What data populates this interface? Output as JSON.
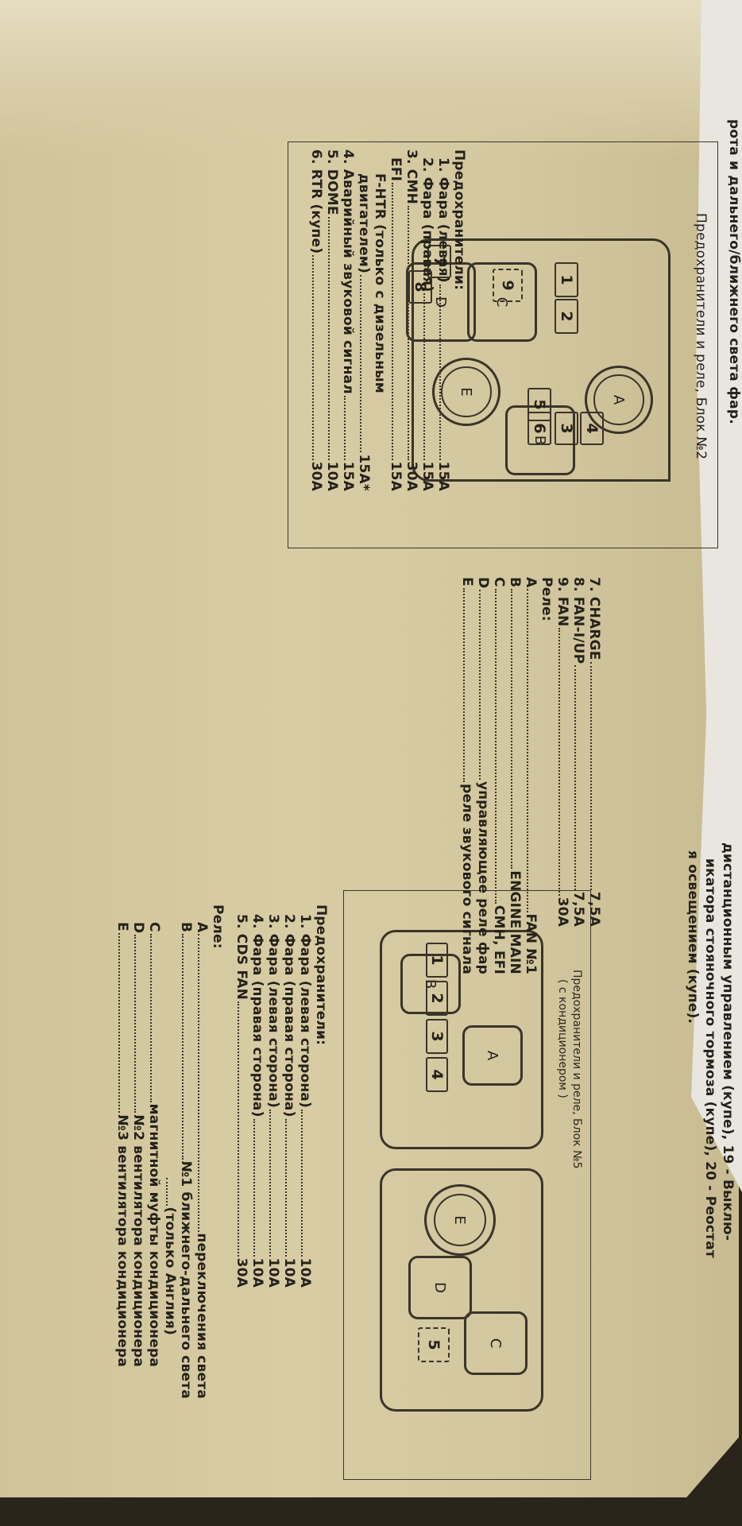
{
  "header_lines": {
    "line1": "дистанционным управлением (купе), 19 - Выклю-",
    "line2": "икатора стояночного тормоза (купе), 20 - Реостат",
    "line3": "я освещением (купе).",
    "line4": "рота и дальнего/ближнего света фар."
  },
  "block2": {
    "caption": "Предохранители и реле, Блок №2",
    "labels": {
      "A": "A",
      "B": "B",
      "C": "C",
      "D": "D",
      "E": "E"
    },
    "fuse_labels": [
      "1",
      "2",
      "3",
      "4",
      "5",
      "6",
      "7",
      "8",
      "9"
    ],
    "fuses_heading": "Предохранители:",
    "fuses": [
      {
        "text": "1. Фара (левая)",
        "value": "15A"
      },
      {
        "text": "2. Фара (правая)",
        "value": "15A"
      },
      {
        "text": "3. CMH",
        "value": "30A"
      },
      {
        "text": "EFI",
        "value": "15A"
      },
      {
        "text": "F-HTR (только с дизельным",
        "value": ""
      },
      {
        "text": "двигателем)",
        "value": "15A*"
      },
      {
        "text": "4. Аварийный звуковой сигнал",
        "value": "15A"
      },
      {
        "text": "5. DOME",
        "value": "10A"
      },
      {
        "text": "6. RTR (купе)",
        "value": "30A"
      },
      {
        "text": "7. CHARGE",
        "value": "7,5A"
      },
      {
        "text": "8. FAN-I/UP",
        "value": "7,5A"
      },
      {
        "text": "9. FAN",
        "value": "30A"
      }
    ],
    "relays_heading": "Реле:",
    "relays": [
      {
        "key": "A",
        "value": "FAN №1"
      },
      {
        "key": "B",
        "value": "ENGINE MAIN"
      },
      {
        "key": "C",
        "value": "CMH, EFI"
      },
      {
        "key": "D",
        "value": "управляющее реле фар"
      },
      {
        "key": "E",
        "value": "реле звукового сигнала"
      }
    ]
  },
  "block5": {
    "caption": "Предохранители и реле, Блок №5",
    "subcaption": "( с кондиционером )",
    "labels": {
      "A": "A",
      "B": "B",
      "C": "C",
      "D": "D",
      "E": "E"
    },
    "fuse_labels": [
      "1",
      "2",
      "3",
      "4",
      "5"
    ],
    "fuses_heading": "Предохранители:",
    "fuses": [
      {
        "text": "1. Фара (левая сторона)",
        "value": "10A"
      },
      {
        "text": "2. Фара (правая сторона)",
        "value": "10A"
      },
      {
        "text": "3. Фара (левая сторона)",
        "value": "10A"
      },
      {
        "text": "4. Фара (правая сторона)",
        "value": "10A"
      },
      {
        "text": "5. CDS FAN",
        "value": "30A"
      }
    ],
    "relays_heading": "Реле:",
    "relays": [
      {
        "key": "A",
        "value": "переключения света"
      },
      {
        "key": "B",
        "value": "№1 ближнего-дальнего света"
      },
      {
        "key": "",
        "value": "(только Англия)"
      },
      {
        "key": "C",
        "value": "магнитной муфты кондиционера"
      },
      {
        "key": "D",
        "value": "№2 вентилятора кондиционера"
      },
      {
        "key": "E",
        "value": "№3 вентилятора кондиционера"
      }
    ]
  }
}
